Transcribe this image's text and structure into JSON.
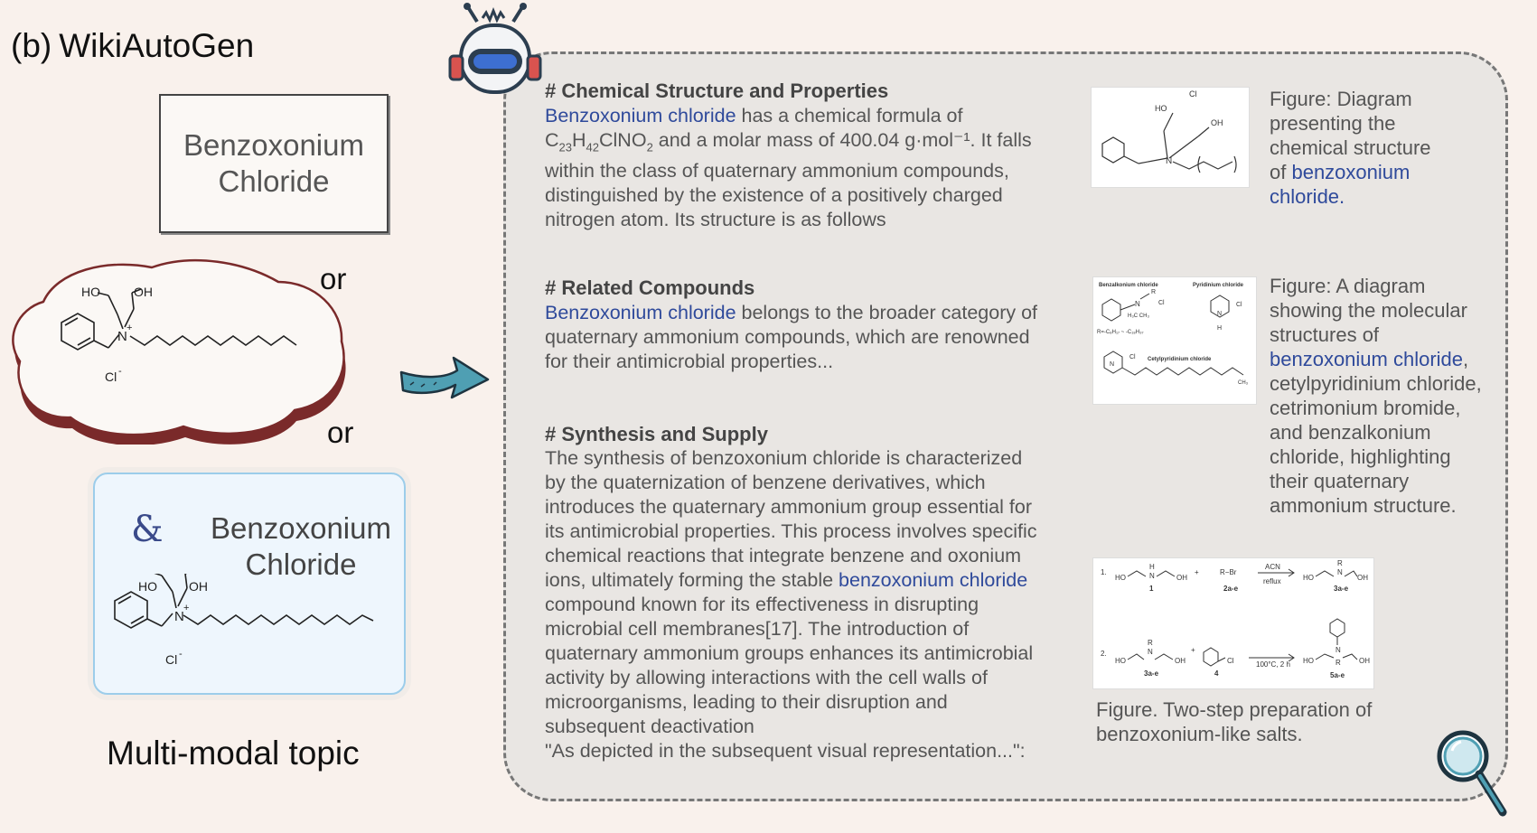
{
  "panel_label": "(b)",
  "title": "WikiAutoGen",
  "topic_text": [
    "Benzoxonium",
    "Chloride"
  ],
  "or_label": "or",
  "multimodal": {
    "amp": "&",
    "name_line1": "Benzoxonium",
    "name_line2": "Chloride",
    "caption": "Multi-modal topic"
  },
  "structure_labels": {
    "ho": "HO",
    "oh": "OH",
    "n": "N",
    "cl": "Cl",
    "plus": "+",
    "minus": "-"
  },
  "sections": [
    {
      "heading": "# Chemical Structure and Properties",
      "lines": [
        [
          "Benzoxonium chloride",
          " has a chemical formula of"
        ],
        [
          "C",
          "23",
          "H",
          "42",
          "ClNO",
          "2",
          " and a molar mass of 400.04 g·mol⁻¹. It falls"
        ],
        "within the class of quaternary ammonium compounds,",
        "distinguished by the existence of a positively charged",
        "nitrogen atom. Its structure is as follows"
      ]
    },
    {
      "heading": "# Related Compounds",
      "lines": [
        [
          "Benzoxonium chloride",
          " belongs to the broader category of"
        ],
        "quaternary ammonium compounds, which are renowned",
        "for their antimicrobial properties..."
      ]
    },
    {
      "heading": "# Synthesis and Supply",
      "lines": [
        "The synthesis of benzoxonium chloride is characterized",
        "by the quaternization of benzene derivatives, which",
        "introduces the quaternary ammonium group essential for",
        "its antimicrobial properties. This process involves specific",
        "chemical reactions that integrate benzene and oxonium",
        [
          "ions, ultimately forming the stable ",
          "benzoxonium chloride"
        ],
        "compound known for its effectiveness in disrupting",
        "microbial cell membranes[17]. The introduction of",
        "quaternary ammonium groups enhances its antimicrobial",
        "activity by allowing interactions with the cell walls of",
        "microorganisms, leading to their disruption and",
        "subsequent deactivation",
        "\"As depicted in the subsequent visual representation...\":"
      ]
    }
  ],
  "figures": [
    {
      "caption_lines": [
        "Figure: Diagram",
        "presenting the",
        "chemical structure",
        "of "
      ],
      "caption_link": "benzoxonium",
      "caption_link2": "chloride."
    },
    {
      "caption_lines": [
        "Figure: A diagram",
        "showing the molecular",
        "structures of"
      ],
      "caption_link": "benzoxonium chloride",
      "caption_after": ",",
      "caption_rest": [
        "cetylpyridinium chloride,",
        "cetrimonium bromide,",
        "and benzalkonium",
        "chloride, highlighting",
        "their quaternary",
        "ammonium structure."
      ],
      "img_labels": {
        "benzalkonium": "Benzalkonium chloride",
        "pyridinium": "Pyridinium chloride",
        "cetyl": "Cetylpyridinium chloride",
        "r": "R",
        "n": "N",
        "cl": "Cl",
        "h3c_ch3": "H₃C CH₃",
        "r_def": "R=-C₈H₁₇ ~ -C₁₈H₃₇",
        "h": "H",
        "ch3": "CH₃"
      }
    },
    {
      "caption_lines": [
        "Figure. Two-step preparation of",
        "benzoxonium-like salts."
      ],
      "img_labels": {
        "step1": "1.",
        "step2": "2.",
        "ho": "HO",
        "oh": "OH",
        "h": "H",
        "n": "N",
        "plus": "+",
        "rbr": "R−Br",
        "acn": "ACN",
        "reflux": "reflux",
        "cond2": "100°C, 2 h",
        "c1": "1",
        "c2": "2a-e",
        "c3": "3a-e",
        "c4": "4",
        "c5": "5a-e",
        "r": "R",
        "cl": "Cl"
      }
    }
  ],
  "colors": {
    "background": "#f9f1ec",
    "panel": "#e9e6e3",
    "highlight": "#2f4a9b",
    "cloud_border": "#7a2a2a",
    "multimodal_border": "#9ccdea"
  },
  "icons": [
    "robot-icon",
    "arrow-icon",
    "magnifier-icon"
  ]
}
